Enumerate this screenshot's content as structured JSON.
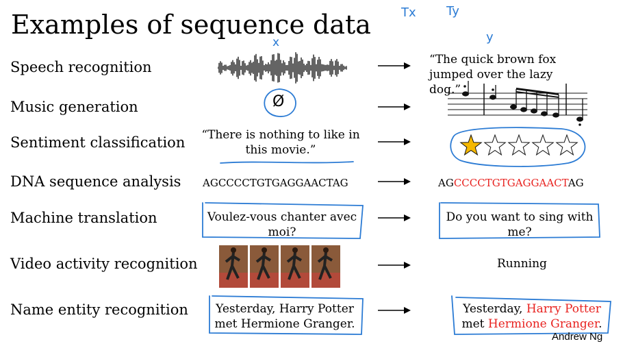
{
  "title": "Examples of sequence data",
  "annotations": {
    "tx": "Tx",
    "ty": "Ty",
    "x": "x",
    "y": "y",
    "null_symbol": "Ø"
  },
  "rows": [
    {
      "label": "Speech recognition",
      "output": "“The quick brown fox jumped over the lazy dog.”"
    },
    {
      "label": "Music generation"
    },
    {
      "label": "Sentiment classification",
      "input": "“There is nothing to like in this movie.”",
      "rating": 1,
      "rating_max": 5,
      "star_color": "#f5b800"
    },
    {
      "label": "DNA sequence analysis",
      "input": "AGCCCCTGTGAGGAACTAG",
      "output_pre": "AG",
      "output_highlight": "CCCCTGTGAGGAACT",
      "output_post": "AG"
    },
    {
      "label": "Machine translation",
      "input": "Voulez-vous chanter avec moi?",
      "output": "Do you want to sing with me?"
    },
    {
      "label": "Video activity recognition",
      "output": "Running"
    },
    {
      "label": "Name entity recognition",
      "input": "Yesterday, Harry Potter met Hermione Granger.",
      "out_1": "Yesterday, ",
      "out_2": "Harry Potter",
      "out_3": "met ",
      "out_4": "Hermione Granger",
      "out_5": "."
    }
  ],
  "credit": "Andrew Ng",
  "colors": {
    "highlight": "#e8221f",
    "ink": "#2b7bd4"
  }
}
